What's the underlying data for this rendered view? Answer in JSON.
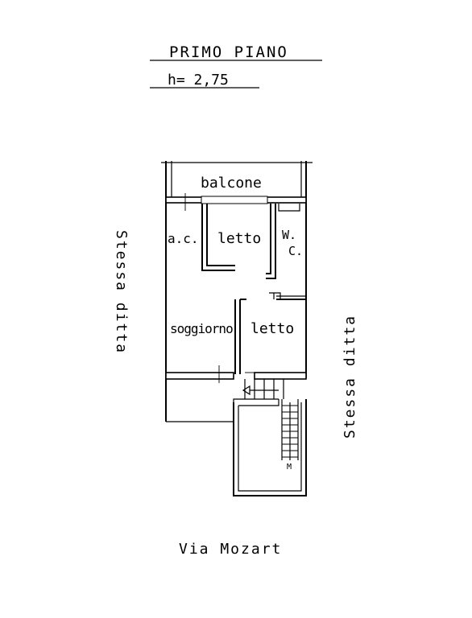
{
  "header": {
    "title": "PRIMO PIANO",
    "height_label": "h= 2,75"
  },
  "rooms": {
    "balcone": "balcone",
    "ac": "a.c.",
    "letto_top": "letto",
    "wc_line1": "W.",
    "wc_line2": "C.",
    "soggiorno": "soggiorno",
    "letto_bottom": "letto"
  },
  "neighbours": {
    "left": "Stessa ditta",
    "right": "Stessa ditta"
  },
  "street": "Via Mozart",
  "stair_mark": "M"
}
